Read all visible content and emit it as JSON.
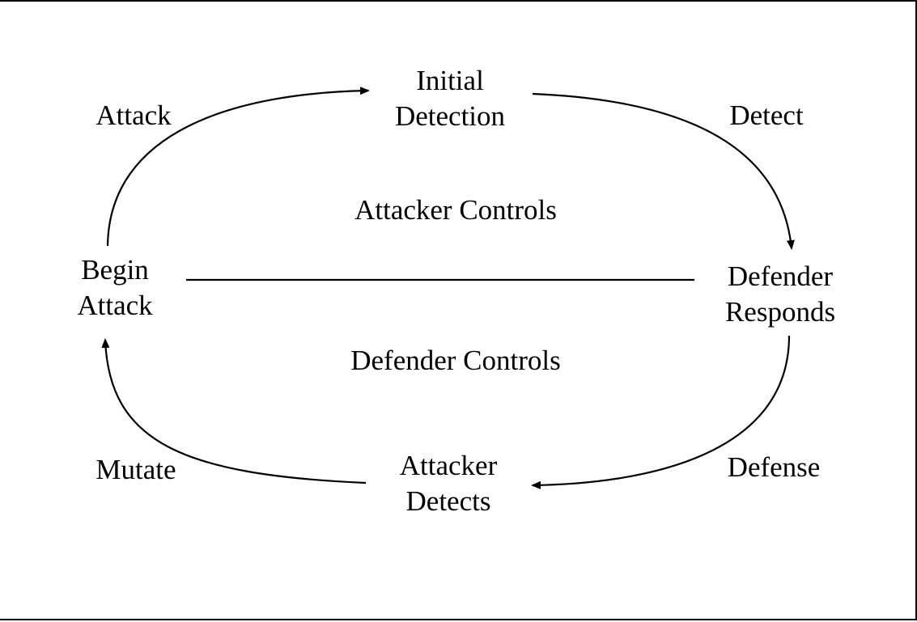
{
  "diagram": {
    "nodes": {
      "initial_detection": [
        "Initial",
        "Detection"
      ],
      "defender_responds": [
        "Defender",
        "Responds"
      ],
      "attacker_detects": [
        "Attacker",
        "Detects"
      ],
      "begin_attack": [
        "Begin",
        "Attack"
      ]
    },
    "edges": {
      "attack": "Attack",
      "detect": "Detect",
      "defense": "Defense",
      "mutate": "Mutate"
    },
    "regions": {
      "attacker_controls": "Attacker Controls",
      "defender_controls": "Defender Controls"
    },
    "colors": {
      "stroke": "#000000",
      "background": "#ffffff"
    }
  }
}
